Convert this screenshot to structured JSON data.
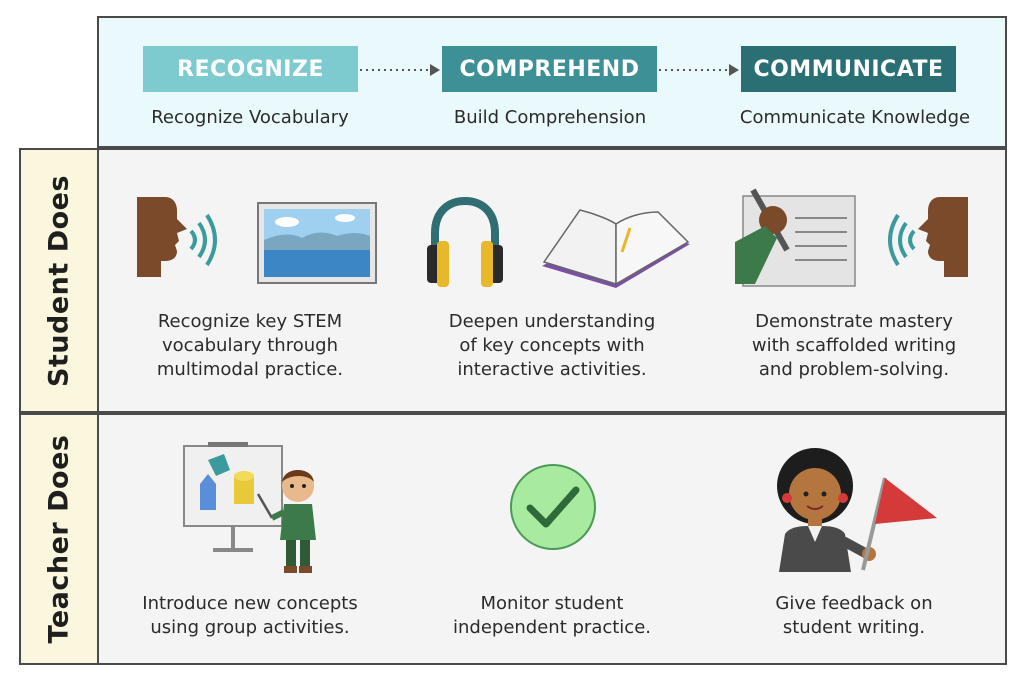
{
  "stages": [
    {
      "label": "RECOGNIZE",
      "subtitle": "Recognize Vocabulary",
      "color": "#7ecbcf"
    },
    {
      "label": "COMPREHEND",
      "subtitle": "Build Comprehension",
      "color": "#3d9196"
    },
    {
      "label": "COMMUNICATE",
      "subtitle": "Communicate Knowledge",
      "color": "#2a6f73"
    }
  ],
  "rows": {
    "student": {
      "label": "Student Does",
      "cells": [
        {
          "text_lines": [
            "Recognize key STEM",
            "vocabulary through",
            "multimodal practice."
          ],
          "icons": [
            "speaking-head-icon",
            "landscape-picture-icon"
          ]
        },
        {
          "text_lines": [
            "Deepen understanding",
            "of key concepts with",
            "interactive activities."
          ],
          "icons": [
            "headphones-icon",
            "open-book-icon"
          ]
        },
        {
          "text_lines": [
            "Demonstrate mastery",
            "with scaffolded writing",
            "and problem-solving."
          ],
          "icons": [
            "writing-hand-icon",
            "speaking-head-icon"
          ]
        }
      ]
    },
    "teacher": {
      "label": "Teacher Does",
      "cells": [
        {
          "text_lines": [
            "Introduce new concepts",
            "using group activities."
          ],
          "icons": [
            "teacher-whiteboard-icon"
          ]
        },
        {
          "text_lines": [
            "Monitor student",
            "independent practice."
          ],
          "icons": [
            "checkmark-circle-icon"
          ]
        },
        {
          "text_lines": [
            "Give feedback on",
            "student writing."
          ],
          "icons": [
            "teacher-flag-icon"
          ]
        }
      ]
    }
  },
  "colors": {
    "header_bg": "#eaf9fb",
    "row_bg": "#f4f4f4",
    "side_bg": "#fbf6de",
    "border": "#4a4a4a",
    "check_green": "#a8eaa0"
  }
}
